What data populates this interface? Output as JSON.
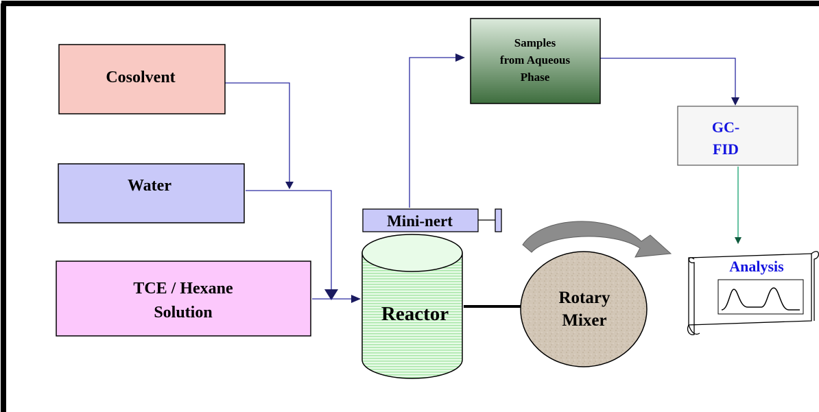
{
  "nodes": {
    "cosolvent": "Cosolvent",
    "water": "Water",
    "tce_line1": "TCE / Hexane",
    "tce_line2": "Solution",
    "samples_line1": "Samples",
    "samples_line2": "from Aqueous",
    "samples_line3": "Phase",
    "gc_line1": "GC-",
    "gc_line2": "FID",
    "mininert": "Mini-nert",
    "reactor": "Reactor",
    "rotary_line1": "Rotary",
    "rotary_line2": "Mixer",
    "analysis": "Analysis"
  },
  "colors": {
    "cosolvent_fill": "#f9c9c3",
    "water_fill": "#c9c9f9",
    "tce_fill": "#fcc8fc",
    "samples_fill_top": "#dbeadb",
    "samples_fill_bottom": "#3e6e3e",
    "gc_fill": "#f6f6f6",
    "gc_text": "#1414e0",
    "reactor_fill": "#ccf3cc",
    "mininert_fill": "#c9c9f9",
    "rotary_fill": "#cfc3b3",
    "analysis_text": "#1414e0",
    "flow_line": "#2a2aa0",
    "gc_to_analysis_line": "#14a070",
    "arc_arrow": "#8c8c8c"
  }
}
